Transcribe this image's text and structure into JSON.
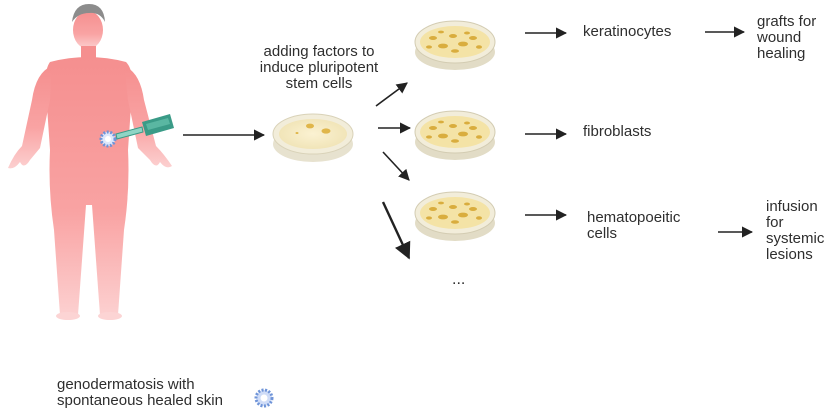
{
  "labels": {
    "adding_factors": "adding factors to\ninduce pluripotent\nstem cells",
    "keratinocytes": "keratinocytes",
    "grafts": "grafts for\nwound\nhealing",
    "fibroblasts": "fibroblasts",
    "hematopoietic": "hematopoeitic\ncells",
    "infusion": "infusion\nfor\nsystemic\nlesions",
    "ellipsis": "...",
    "legend": "genodermatosis with\nspontaneous healed skin"
  },
  "colors": {
    "body": "#f58f8f",
    "body_light": "#fbb8b8",
    "hair": "#8c8c8c",
    "dish_rim": "#e7e2cf",
    "dish_fill": "#f7eecb",
    "colony": "#e0b64a",
    "syringe": "#3a9b87",
    "patch": "#6f94d8",
    "arrow": "#222222"
  },
  "icons": {
    "figure": "human-figure-icon",
    "syringe": "biopsy-syringe-icon",
    "patch": "healed-skin-patch-icon",
    "dish": "petri-dish-icon"
  }
}
